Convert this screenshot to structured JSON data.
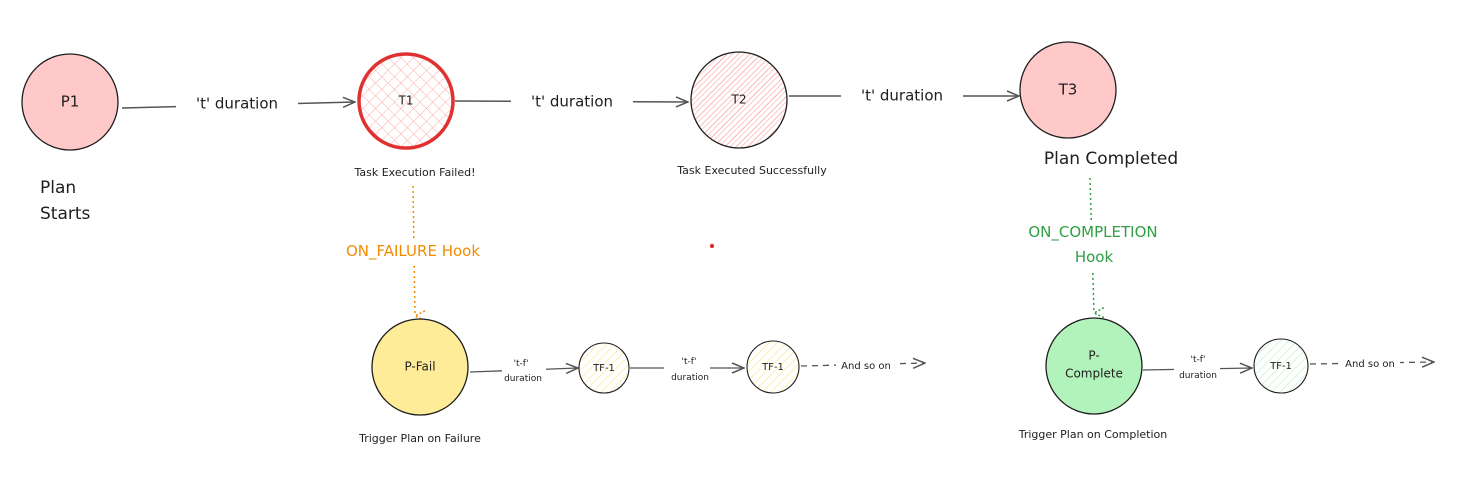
{
  "nodes": {
    "p1": "P1",
    "t1": "T1",
    "t2": "T2",
    "t3": "T3",
    "pfail": "P-Fail",
    "tf1a": "TF-1",
    "tf1b": "TF-1",
    "pcomplete_line1": "P-",
    "pcomplete_line2": "Complete",
    "tf1c": "TF-1"
  },
  "edges": {
    "p1_t1": "'t' duration",
    "t1_t2": "'t' duration",
    "t2_t3": "'t' duration",
    "pfail_tf1_top": "'t-f'",
    "pfail_tf1_bottom": "duration",
    "tf1_tf1_top": "'t-f'",
    "tf1_tf1_bottom": "duration",
    "tf1_more": "And so on",
    "pcomplete_tf1_top": "'t-f'",
    "pcomplete_tf1_bottom": "duration",
    "tf1c_more": "And so on"
  },
  "captions": {
    "plan_starts_line1": "Plan",
    "plan_starts_line2": "Starts",
    "t1": "Task Execution Failed!",
    "t2": "Task Executed Successfully",
    "t3": "Plan Completed",
    "pfail": "Trigger Plan on Failure",
    "pcomplete": "Trigger Plan on Completion"
  },
  "hooks": {
    "failure": "ON_FAILURE Hook",
    "completion_line1": "ON_COMPLETION",
    "completion_line2": "Hook"
  },
  "colors": {
    "pink": "#ffc9c9",
    "red_stroke": "#e03131",
    "yellow": "#ffec99",
    "light_yellow": "#fff3bf",
    "green": "#b2f2bb",
    "light_green": "#d3f9d8",
    "orange": "#f08c00",
    "hook_green": "#2f9e44",
    "stroke": "#1e1e1e",
    "arrow": "#555555"
  }
}
